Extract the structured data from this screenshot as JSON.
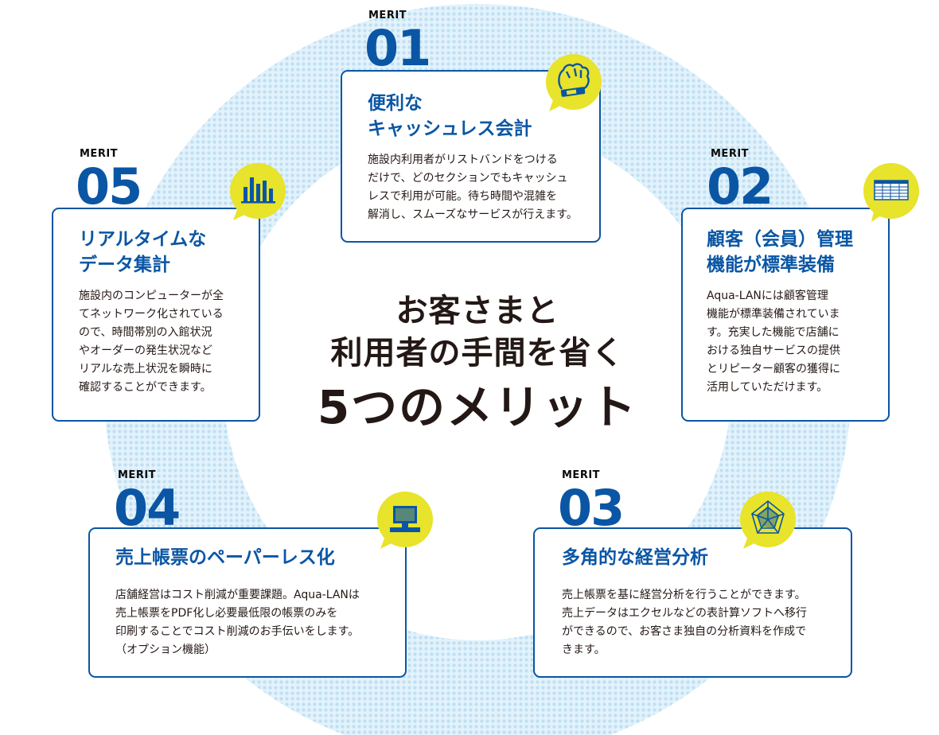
{
  "center": {
    "line1": "お客さまと",
    "line2": "利用者の手間を省く",
    "line3": "5つのメリット"
  },
  "merit_label": "MERIT",
  "merits": [
    {
      "number": "01",
      "title_lines": [
        "便利な",
        "キャッシュレス会計"
      ],
      "body_lines": [
        "施設内利用者がリストバンドをつける",
        "だけで、どのセクションでもキャッシュ",
        "レスで利用が可能。待ち時間や混雑を",
        "解消し、スムーズなサービスが行えます。"
      ],
      "icon": "wristband-hand-icon"
    },
    {
      "number": "02",
      "title_lines": [
        "顧客（会員）管理",
        "機能が標準装備"
      ],
      "body_lines": [
        "Aqua-LANには顧客管理",
        "機能が標準装備されていま",
        "す。充実した機能で店舗に",
        "おける独自サービスの提供",
        "とリピーター顧客の獲得に",
        "活用していただけます。"
      ],
      "icon": "spreadsheet-icon"
    },
    {
      "number": "03",
      "title_lines": [
        "多角的な経営分析"
      ],
      "body_lines": [
        "売上帳票を基に経営分析を行うことができます。",
        "売上データはエクセルなどの表計算ソフトへ移行",
        "ができるので、お客さま独自の分析資料を作成で",
        "きます。"
      ],
      "icon": "radar-chart-icon"
    },
    {
      "number": "04",
      "title_lines": [
        "売上帳票のペーパーレス化"
      ],
      "body_lines": [
        "店舗経営はコスト削減が重要課題。Aqua-LANは",
        "売上帳票をPDF化し必要最低限の帳票のみを",
        "印刷することでコスト削減のお手伝いをします。",
        "（オプション機能）"
      ],
      "icon": "computer-icon"
    },
    {
      "number": "05",
      "title_lines": [
        "リアルタイムな",
        "データ集計"
      ],
      "body_lines": [
        "施設内のコンピューターが全",
        "てネットワーク化されている",
        "ので、時間帯別の入館状況",
        "やオーダーの発生状況など",
        "リアルな売上状況を瞬時に",
        "確認することができます。"
      ],
      "icon": "bar-chart-icon"
    }
  ],
  "colors": {
    "accent_blue": "#0a56a4",
    "ring_blue": "#cfe8f7",
    "badge_yellow": "#e8e32b",
    "text_dark": "#231815"
  }
}
